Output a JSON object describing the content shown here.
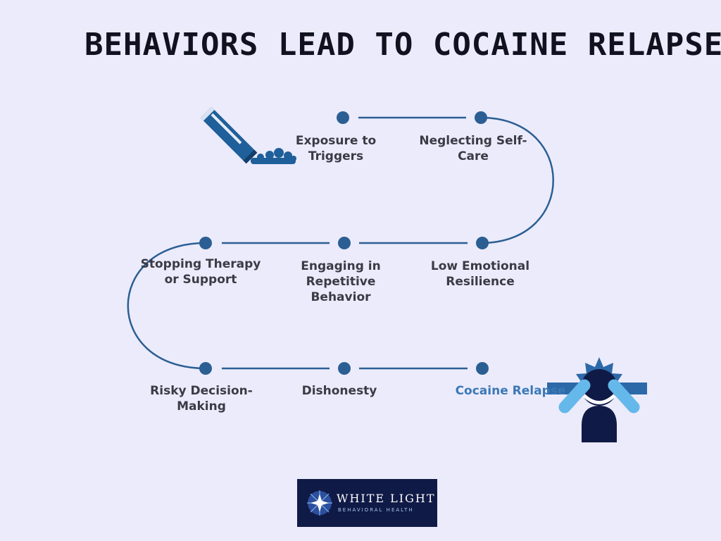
{
  "title": "BEHAVIORS LEAD TO COCAINE RELAPSE",
  "steps": [
    {
      "label": "Exposure to Triggers"
    },
    {
      "label": "Neglecting Self-Care"
    },
    {
      "label": "Low Emotional Resilience"
    },
    {
      "label": "Engaging in Repetitive Behavior"
    },
    {
      "label": "Stopping Therapy or Support"
    },
    {
      "label": "Risky Decision-Making"
    },
    {
      "label": "Dishonesty"
    },
    {
      "label": "Cocaine Relapse"
    }
  ],
  "icons": {
    "start": "cocaine-snorting-tube-icon",
    "end": "distressed-person-icon"
  },
  "logo": {
    "name": "WHITE LIGHT",
    "subtitle": "BEHAVIORAL HEALTH"
  },
  "colors": {
    "background": "#ecebfb",
    "line": "#2b5f93",
    "node": "#2b5f93",
    "final_label": "#3b78b6",
    "logo_bg": "#101a46"
  }
}
